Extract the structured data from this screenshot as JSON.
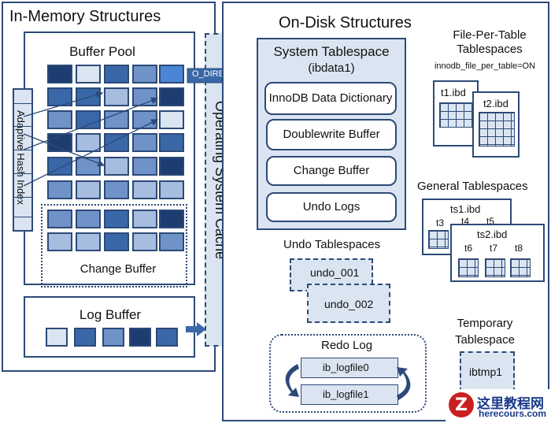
{
  "in_memory": {
    "title": "In-Memory Structures",
    "buffer_pool": "Buffer Pool",
    "adaptive_hash_index": "Adaptive Hash Index",
    "change_buffer": "Change Buffer",
    "log_buffer": "Log Buffer"
  },
  "os_cache": {
    "label": "Operating System Cache",
    "o_direct": "O_DIRECT"
  },
  "on_disk": {
    "title": "On-Disk Structures",
    "system_tablespace": {
      "title": "System Tablespace",
      "file": "(ibdata1)",
      "items": [
        "InnoDB Data Dictionary",
        "Doublewrite Buffer",
        "Change Buffer",
        "Undo Logs"
      ]
    },
    "file_per_table": {
      "title": "File-Per-Table Tablespaces",
      "setting": "innodb_file_per_table=ON",
      "files": [
        "t1.ibd",
        "t2.ibd"
      ]
    },
    "general": {
      "title": "General Tablespaces",
      "files": [
        "ts1.ibd",
        "ts2.ibd"
      ],
      "ts1_tables": [
        "t3",
        "t4",
        "t5"
      ],
      "ts2_tables": [
        "t6",
        "t7",
        "t8"
      ]
    },
    "undo": {
      "title": "Undo Tablespaces",
      "files": [
        "undo_001",
        "undo_002"
      ]
    },
    "redo": {
      "title": "Redo Log",
      "files": [
        "ib_logfile0",
        "ib_logfile1"
      ]
    },
    "temporary": {
      "title": "Temporary Tablespace",
      "file": "ibtmp1"
    }
  },
  "watermark": {
    "cn": "这里教程网",
    "url": "herecours.com"
  }
}
